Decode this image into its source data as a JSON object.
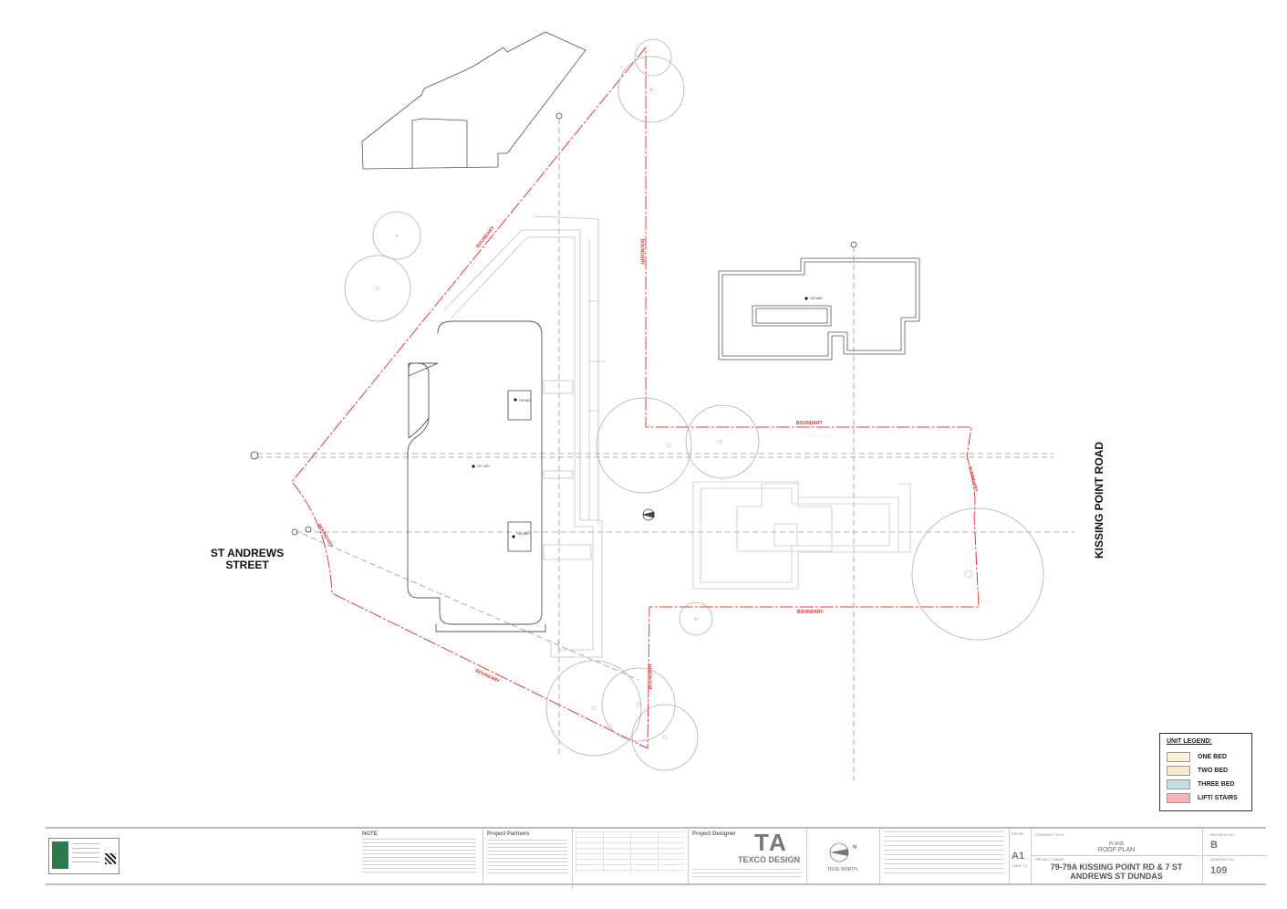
{
  "labels": {
    "street_line1": "ST ANDREWS",
    "street_line2": "STREET",
    "road": "KISSING POINT ROAD",
    "boundary": "BOUNDARY",
    "level_1": "+49.800",
    "level_2": "+47.400",
    "level_3": "+49.800",
    "level_4": "+42.480"
  },
  "legend": {
    "title": "UNIT LEGEND:",
    "items": [
      {
        "label": "ONE BED",
        "color": "#fbefd6"
      },
      {
        "label": "TWO BED",
        "color": "#f7e9d3"
      },
      {
        "label": "THREE BED",
        "color": "#c9dde0"
      },
      {
        "label": "LIFT/ STAIRS",
        "color": "#f4b3b6"
      }
    ]
  },
  "title_block": {
    "note_heading": "NOTE",
    "partners_heading": "Project Partners",
    "designer_heading": "Project Designer",
    "designer_name": "TEXCO DESIGN",
    "logo_text": "TA",
    "north_label": "TRUE NORTH",
    "north_letter": "N",
    "paper_label": "PAPER",
    "paper_size": "A1",
    "scale": "1:500, 1:1",
    "drawing_title_label": "DRAWING TITLE",
    "drawing_title_1": "PLANS",
    "drawing_title_2": "ROOF PLAN",
    "project_name_label": "PROJECT NAME",
    "project_name": "79-79A KISSING POINT RD & 7 ST ANDREWS ST DUNDAS",
    "revision_label": "REVISION NO",
    "revision": "B",
    "drawing_no_label": "DRAWING NO",
    "drawing_no": "109"
  },
  "colors": {
    "boundary": "#e8383d",
    "linework": "#555555",
    "grid": "#999999"
  }
}
